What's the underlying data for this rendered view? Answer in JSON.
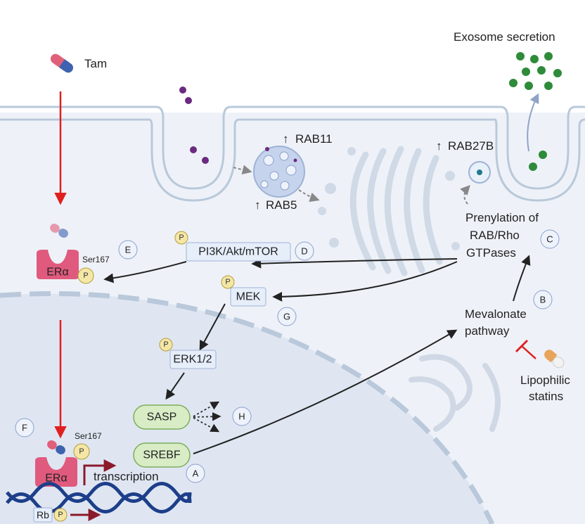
{
  "labels": {
    "tam": "Tam",
    "exosome_secretion": "Exosome secretion",
    "rab11": "RAB11",
    "rab5": "RAB5",
    "rab27b": "RAB27B",
    "prenylation_line1": "Prenylation of",
    "prenylation_line2": "RAB/Rho",
    "prenylation_line3": "GTPases",
    "mevalonate_line1": "Mevalonate",
    "mevalonate_line2": "pathway",
    "statins_line1": "Lipophilic",
    "statins_line2": "statins",
    "pi3k": "PI3K/Akt/mTOR",
    "mek": "MEK",
    "erk": "ERK1/2",
    "sasp": "SASP",
    "srebf": "SREBF",
    "era_top": "ERα",
    "era_bottom": "ERα",
    "ser167_top": "Ser167",
    "ser167_bottom": "Ser167",
    "transcription": "transcription",
    "rb": "Rb",
    "p": "P",
    "arrow_up": "↑"
  },
  "markers": {
    "a": "A",
    "b": "B",
    "c": "C",
    "d": "D",
    "e": "E",
    "f": "F",
    "g": "G",
    "h": "H"
  },
  "colors": {
    "membrane": "#c3d1df",
    "cytoplasm": "#eef2f8",
    "nucleus": "#dfe6f2",
    "red_arrow": "#e02020",
    "transcription_arrow": "#8b1a2b",
    "sasp_fill": "#d8ecc6",
    "box_fill": "#e6eefa",
    "era_fill": "#e05a7e",
    "phospho_fill": "#f4e7a6",
    "exosome_green": "#2e8b3a",
    "cargo_purple": "#6b2a80",
    "dna_blue": "#1d3f8a"
  }
}
